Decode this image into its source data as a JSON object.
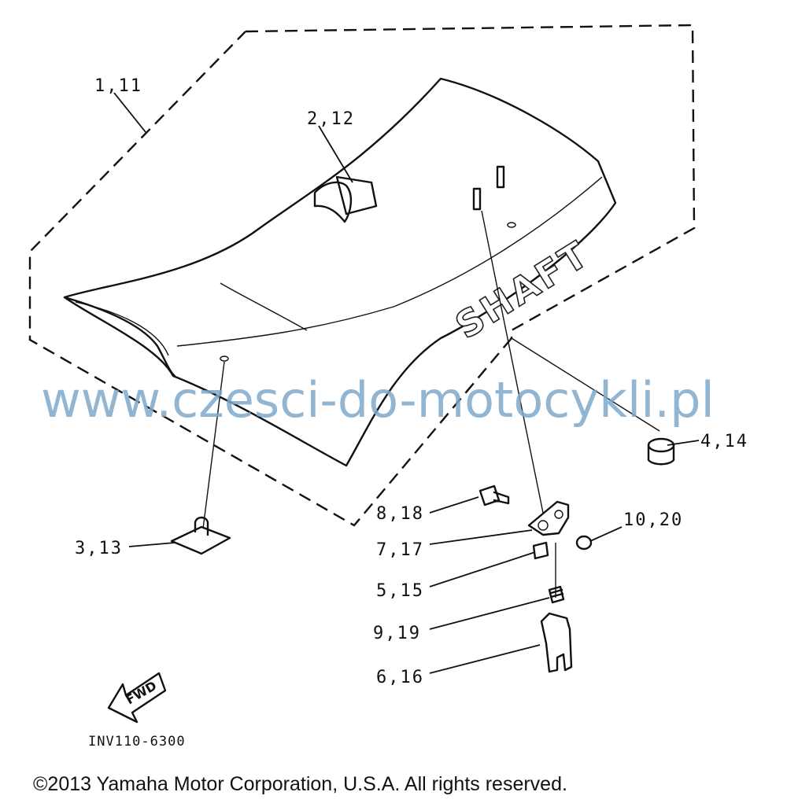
{
  "watermark": "www.czesci-do-motocykli.pl",
  "seat_lettering": "SHAFT",
  "fwd_arrow_label": "FWD",
  "callouts": {
    "seat": "1,11",
    "strap": "2,12",
    "nut_plate": "3,13",
    "damper": "4,14",
    "spacer": "5,15",
    "catch": "6,16",
    "lever": "7,17",
    "bolt": "8,18",
    "spring": "9,19",
    "nut": "10,20"
  },
  "diagram_code": "INV110-6300",
  "copyright": "©2013 Yamaha Motor Corporation, U.S.A. All rights reserved."
}
